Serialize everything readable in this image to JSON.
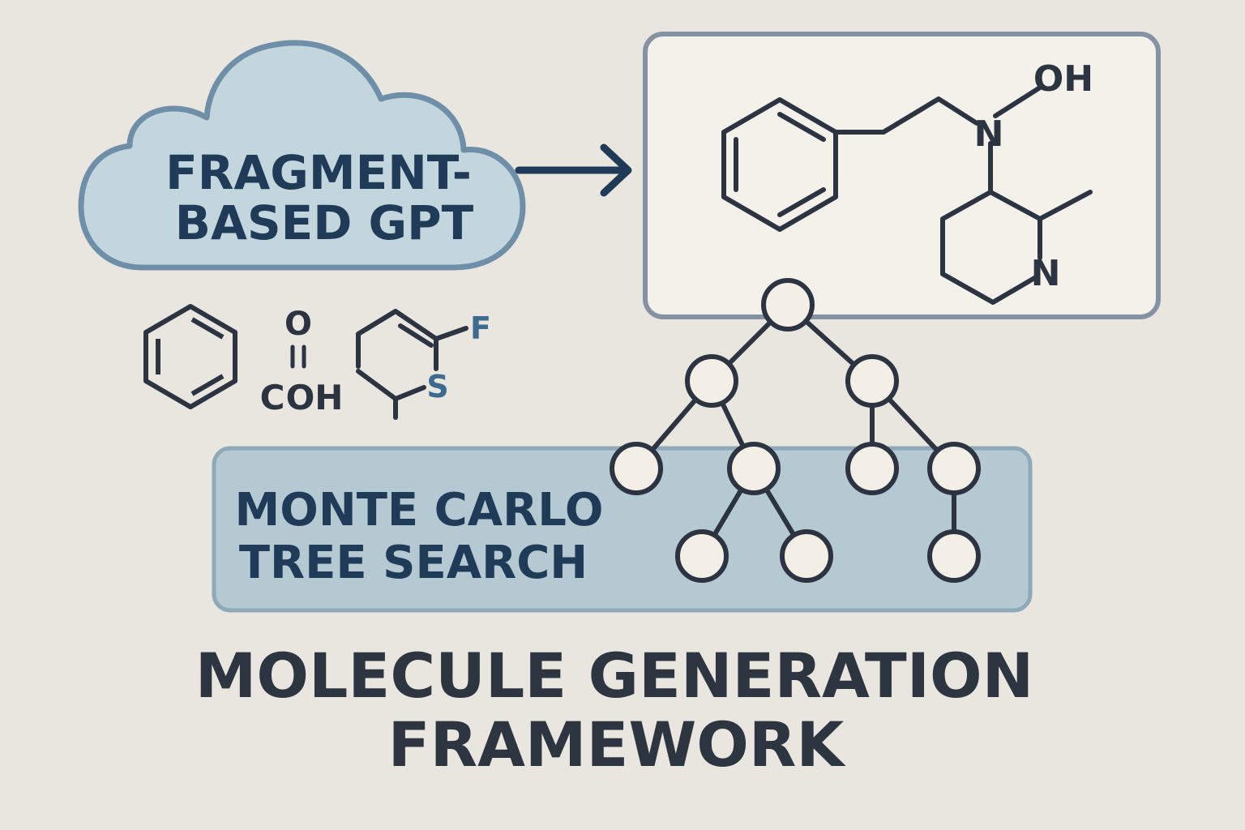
{
  "cloud": {
    "line1": "FRAGMENT-",
    "line2": "BASED GPT"
  },
  "mcts": {
    "line1": "MONTE CARLO",
    "line2": "TREE SEARCH"
  },
  "title": {
    "line1": "MOLECULE GENERATION",
    "line2": "FRAMEWORK"
  },
  "fragments": {
    "acid_o": "O",
    "acid_c": "C",
    "acid_oh": "OH",
    "fluorine": "F",
    "sulfur": "S"
  },
  "molecule": {
    "hydroxyl": "OH",
    "nitrogen_top": "N",
    "nitrogen_ring": "N"
  },
  "colors": {
    "background": "#e9e6df",
    "cloud_fill": "#c3d6de",
    "cloud_stroke": "#6f8fa8",
    "box_fill": "#f3f1ea",
    "box_stroke": "#8592a3",
    "mcts_fill": "#b4c9d2",
    "mcts_stroke": "#8fa9b8",
    "text_dark": "#1f3b57",
    "structure": "#2b3440",
    "node_fill": "#f3efe6",
    "title": "#2d3540",
    "accent_s": "#3d6a8f"
  }
}
